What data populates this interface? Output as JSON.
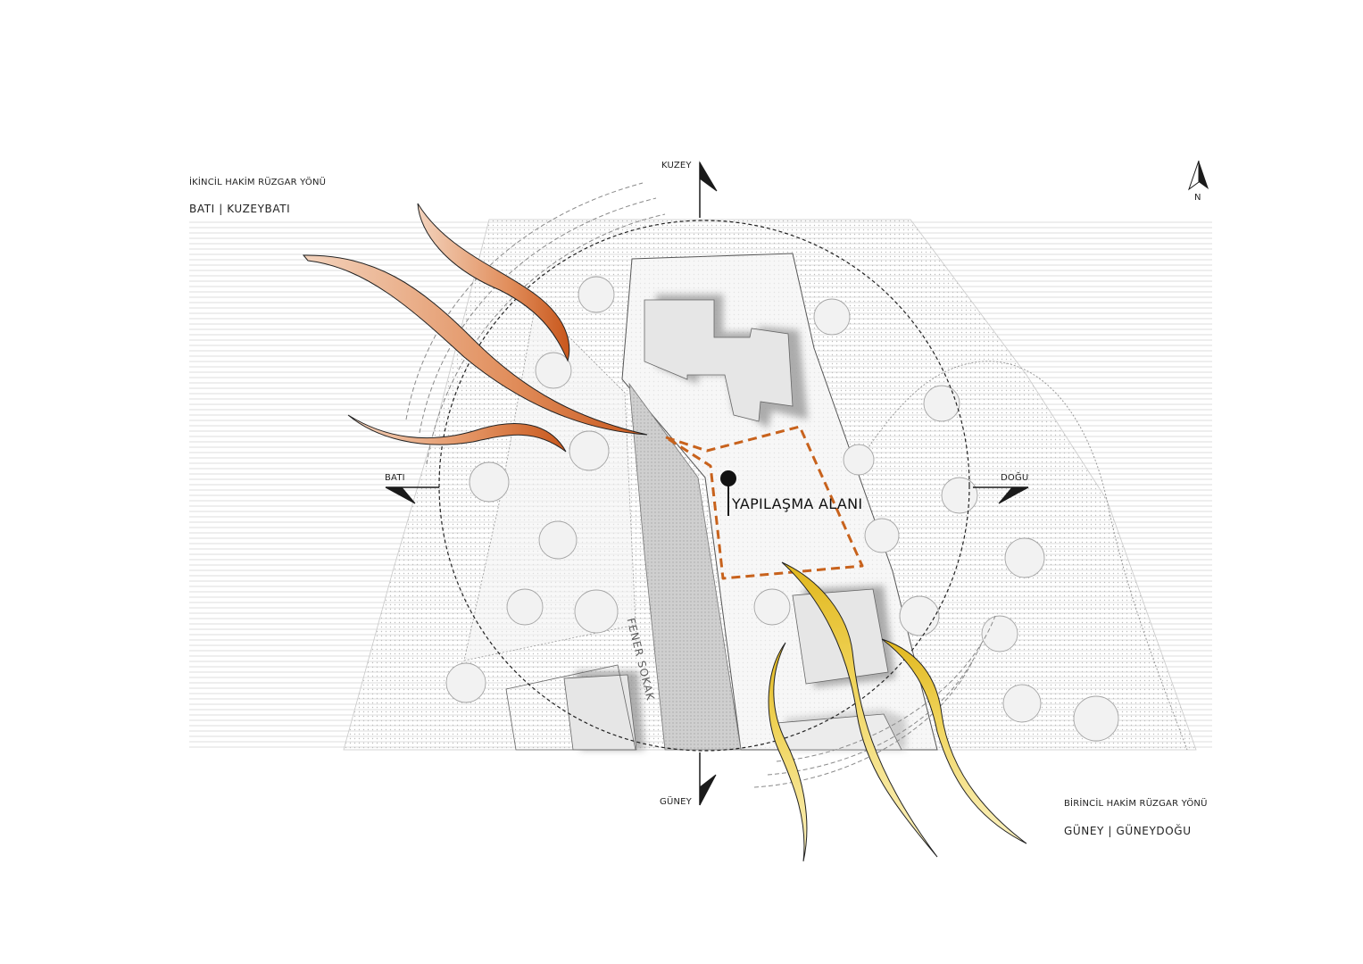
{
  "compass": {
    "north": "KUZEY",
    "south": "GÜNEY",
    "west": "BATI",
    "east": "DOĞU",
    "north_arrow_letter": "N"
  },
  "secondary_wind": {
    "title": "İKİNCİL HAKİM RÜZGAR YÖNÜ",
    "directions": "BATI  |  KUZEYBATI",
    "color": "#c8571c"
  },
  "primary_wind": {
    "title": "BİRİNCİL HAKİM RÜZGAR YÖNÜ",
    "directions": "GÜNEY  |  GÜNEYDOĞU",
    "color": "#e6c229"
  },
  "site": {
    "label": "YAPILAŞMA ALANI",
    "boundary_color": "#c8621c",
    "street_name": "FENER SOKAK"
  }
}
